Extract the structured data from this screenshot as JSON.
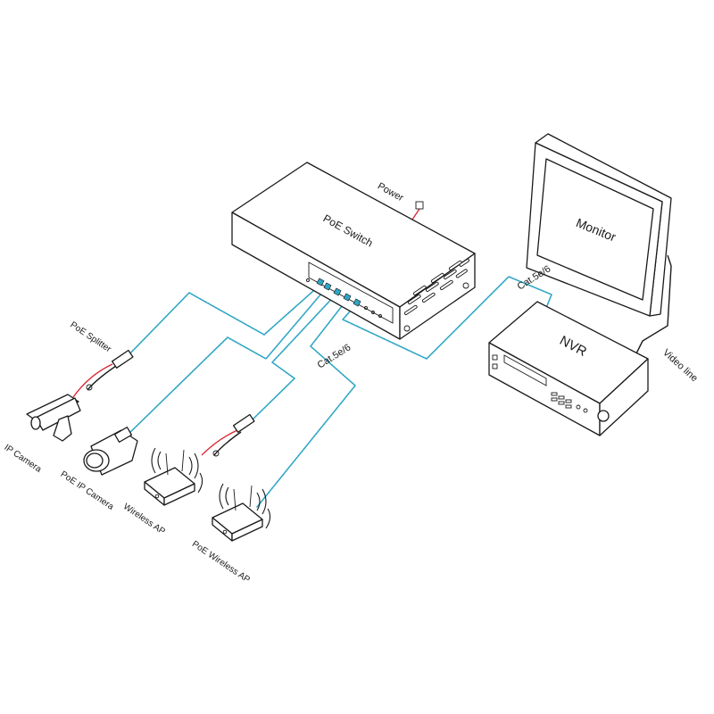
{
  "labels": {
    "poe_switch": "PoE Switch",
    "power": "Power",
    "monitor": "Monitor",
    "nvr": "NVR",
    "video_line": "Video line",
    "cat_nvr": "Cat.5e/6",
    "cat_switch": "Cat.5e/6",
    "poe_splitter": "PoE Splitter",
    "ip_camera": "IP Camera",
    "poe_ip_camera": "PoE IP Camera",
    "wireless_ap": "Wireless AP",
    "poe_wireless_ap": "PoE Wireless AP"
  },
  "colors": {
    "cable": "#2ea6c4",
    "power_line": "#d9232d",
    "outline": "#1a1a1a"
  }
}
